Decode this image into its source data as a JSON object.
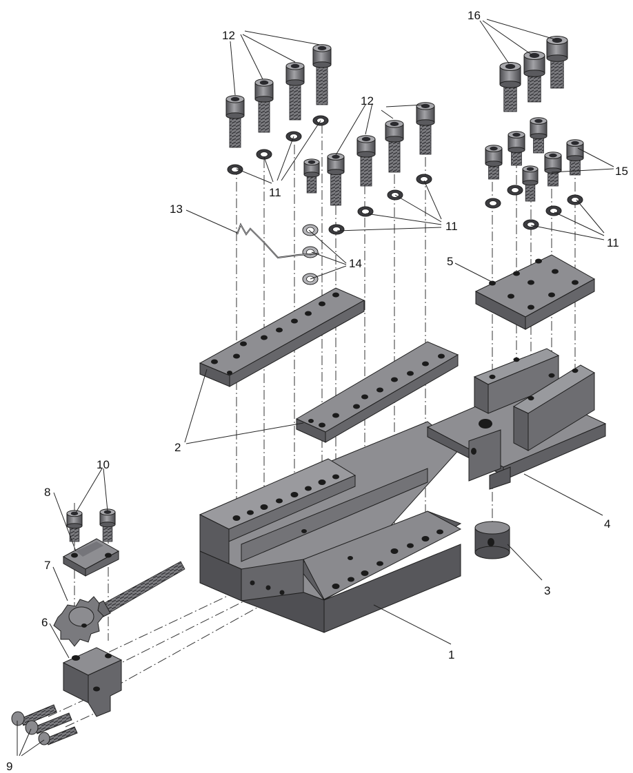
{
  "diagram": {
    "type": "exploded-assembly-view",
    "part_numbers": [
      "1",
      "2",
      "3",
      "4",
      "5",
      "6",
      "7",
      "8",
      "9",
      "10",
      "11",
      "12",
      "13",
      "14",
      "15",
      "16"
    ],
    "colors": {
      "face_top": "#8e8e92",
      "face_front": "#5a5a5e",
      "face_side": "#6c6c70",
      "hole": "#1b1b1b",
      "bolt": "#77777b",
      "line": "#222222"
    }
  },
  "labels": {
    "p1": "1",
    "p2": "2",
    "p3": "3",
    "p4": "4",
    "p5": "5",
    "p6": "6",
    "p7": "7",
    "p8": "8",
    "p9": "9",
    "p10": "10",
    "p11a": "11",
    "p11b": "11",
    "p11c": "11",
    "p12a": "12",
    "p12b": "12",
    "p13": "13",
    "p14": "14",
    "p15": "15",
    "p16": "16"
  }
}
